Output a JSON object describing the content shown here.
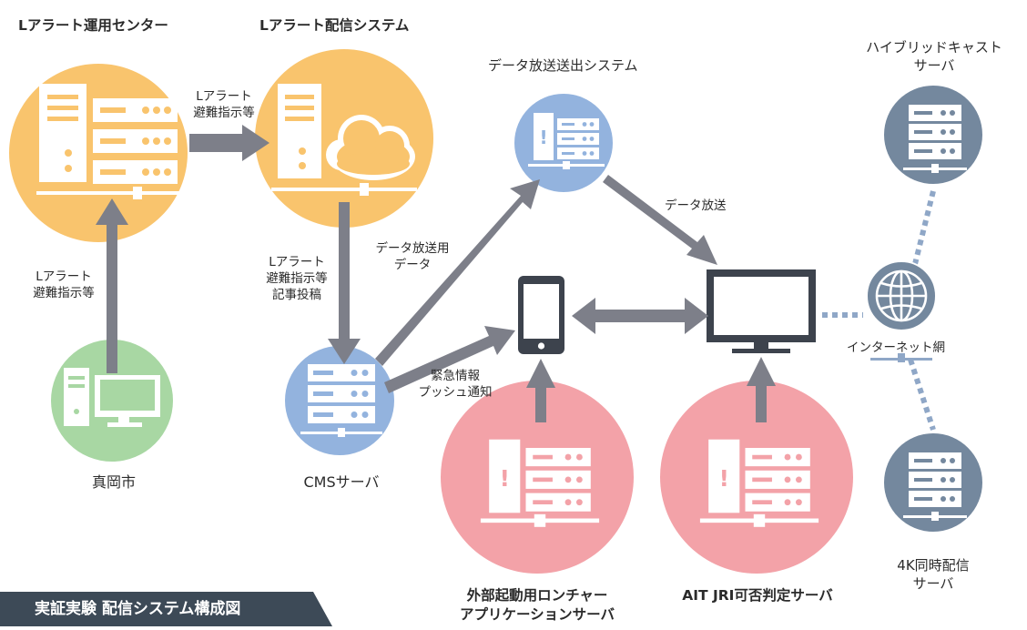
{
  "diagram": {
    "title": "実証実験 配信システム構成図",
    "nodes": {
      "lalert_center": "Lアラート運用センター",
      "lalert_delivery": "Lアラート配信システム",
      "data_broadcast": "データ放送送出システム",
      "hybridcast_1": "ハイブリッドキャスト",
      "hybridcast_2": "サーバ",
      "city": "真岡市",
      "cms": "CMSサーバ",
      "internet": "インターネット網",
      "server4k_1": "4K同時配信",
      "server4k_2": "サーバ",
      "launcher_1": "外部起動用ロンチャー",
      "launcher_2": "アプリケーションサーバ",
      "ait": "AIT JRI可否判定サーバ"
    },
    "edges": {
      "center_to_delivery_1": "Lアラート",
      "center_to_delivery_2": "避難指示等",
      "city_to_center_1": "Lアラート",
      "city_to_center_2": "避難指示等",
      "delivery_to_cms_1": "Lアラート",
      "delivery_to_cms_2": "避難指示等",
      "delivery_to_cms_3": "記事投稿",
      "cms_to_data_1": "データ放送用",
      "cms_to_data_2": "データ",
      "data_to_tv": "データ放送",
      "cms_to_phone_1": "緊急情報",
      "cms_to_phone_2": "プッシュ通知"
    },
    "colors": {
      "orange": "#f9c46d",
      "blue": "#93b3de",
      "green": "#a8d7a3",
      "pink": "#f3a2a8",
      "slate": "#74889e",
      "arrow": "#7d7f89",
      "device": "#3d434d",
      "dots": "#8fa7c7"
    }
  }
}
